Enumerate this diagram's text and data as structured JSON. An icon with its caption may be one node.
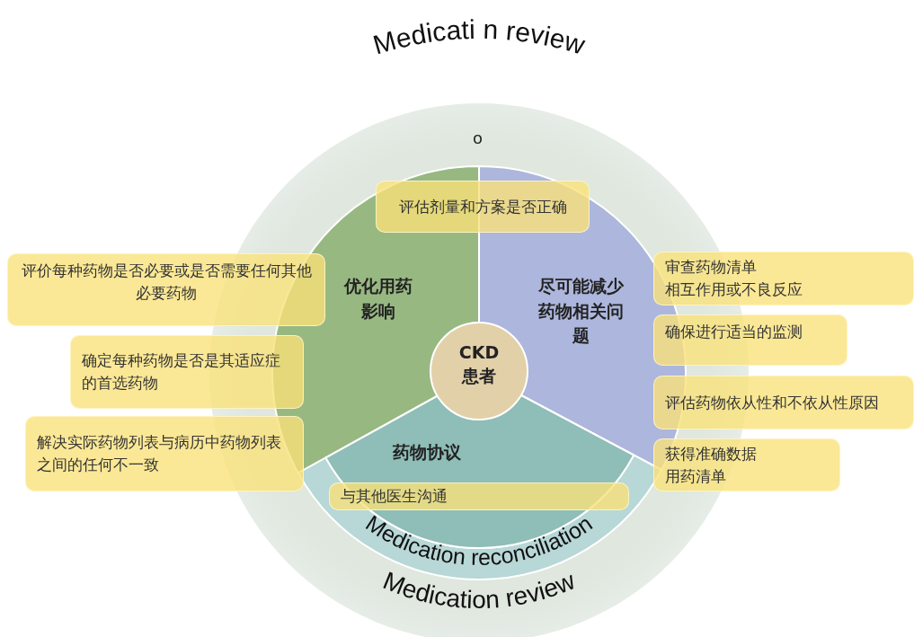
{
  "diagram": {
    "nodes": [
      {
        "text": [
          "CKD患者"
        ]
      },
      {
        "text": [
          "优化用药影响"
        ]
      },
      {
        "text": [
          "尽可能减少药物相关问题"
        ]
      },
      {
        "text": [
          "药物协议"
        ]
      },
      {
        "text": [
          "评估剂量和方案是否正确"
        ]
      },
      {
        "text": [
          "评价每种药物是否必要或是否需要任何其他必要药物"
        ]
      },
      {
        "text": [
          "确定每种药物是否是其适应症的首选药物"
        ]
      },
      {
        "text": [
          "解决实际药物列表与病历中药物列表之间的任何不一致"
        ]
      },
      {
        "text": [
          "审查药物清单",
          "相互作用或不良反应"
        ]
      },
      {
        "text": [
          "确保进行适当的监测"
        ]
      },
      {
        "text": [
          "评估药物依从性和不依从性原因"
        ]
      },
      {
        "text": [
          "获得准确数据",
          "用药清单"
        ]
      },
      {
        "text": [
          "与其他医生沟通"
        ],
        "in": 3
      }
    ],
    "labels": [
      "Medicati n review",
      "o",
      "Medication reconciliation",
      "Medication review"
    ]
  }
}
